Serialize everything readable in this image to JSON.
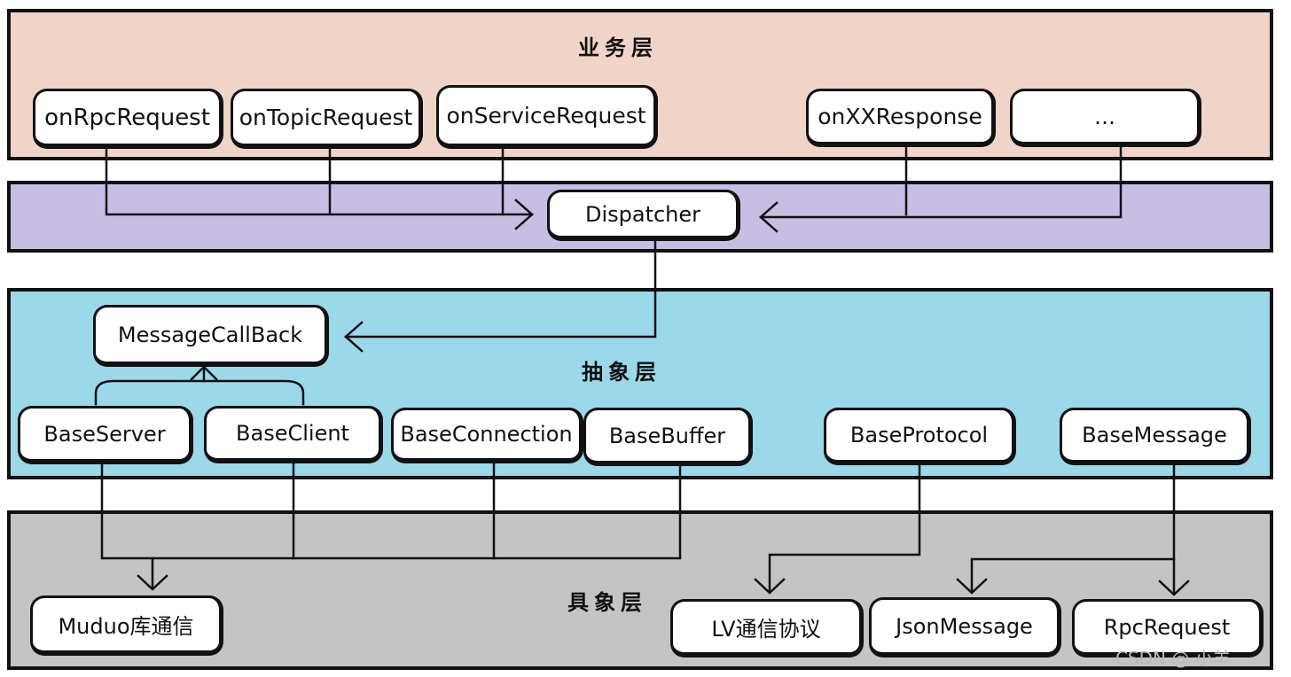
{
  "layers": {
    "business": {
      "title": "业务层",
      "color": "#f1d4c8"
    },
    "dispatch": {
      "title": "",
      "color": "#c8bde3"
    },
    "abstract": {
      "title": "抽象层",
      "color": "#9bd8ea"
    },
    "concrete": {
      "title": "具象层",
      "color": "#c4c4c4"
    }
  },
  "nodes": {
    "onRpcRequest": "onRpcRequest",
    "onTopicRequest": "onTopicRequest",
    "onServiceRequest": "onServiceRequest",
    "onXXResponse": "onXXResponse",
    "more": "…",
    "dispatcher": "Dispatcher",
    "messageCallBack": "MessageCallBack",
    "baseServer": "BaseServer",
    "baseClient": "BaseClient",
    "baseConnection": "BaseConnection",
    "baseBuffer": "BaseBuffer",
    "baseProtocol": "BaseProtocol",
    "baseMessage": "BaseMessage",
    "muduo": "Muduo库通信",
    "lvProtocol": "LV通信协议",
    "jsonMessage": "JsonMessage",
    "rpcRequest": "RpcRequest"
  },
  "watermark": "CSDN @ 小羊"
}
